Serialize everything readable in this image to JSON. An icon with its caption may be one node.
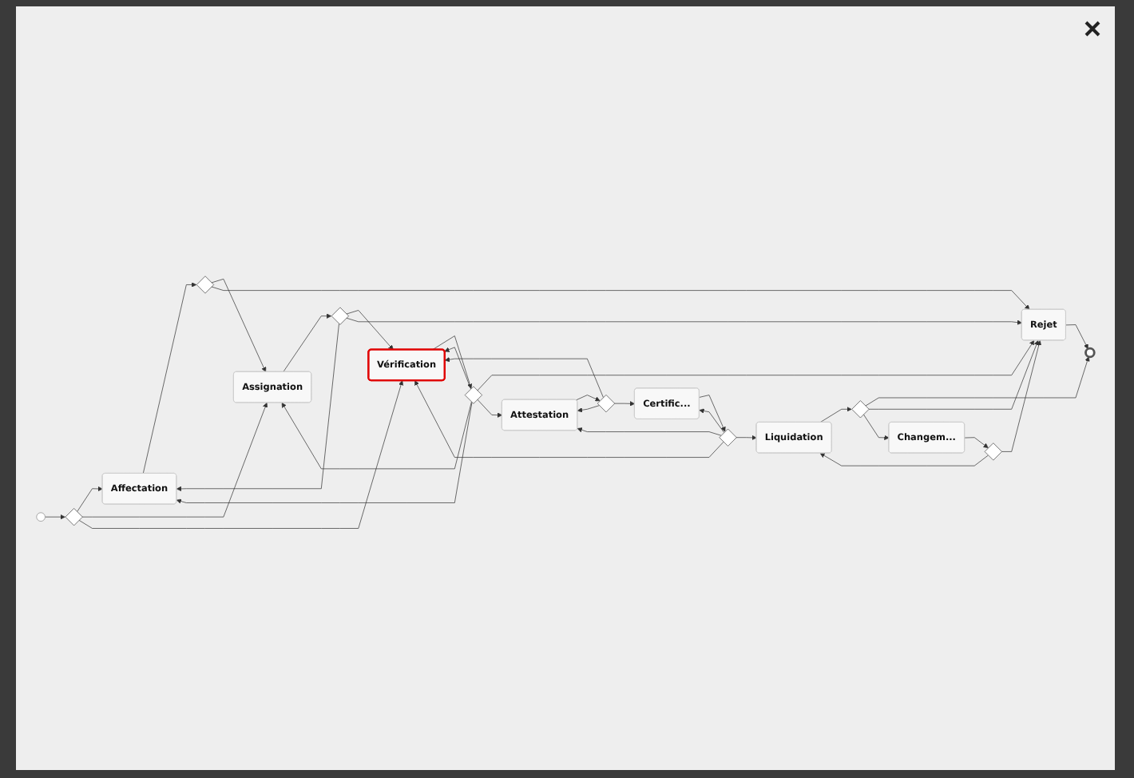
{
  "diagram": {
    "nodes": [
      {
        "text": [],
        "shape": "circle"
      },
      {
        "text": [],
        "shape": "diamond"
      },
      {
        "text": [
          "Affectation"
        ]
      },
      {
        "text": [],
        "shape": "diamond"
      },
      {
        "text": [],
        "shape": "diamond"
      },
      {
        "text": [
          "Vérification"
        ]
      },
      {
        "text": [
          "Assignation"
        ]
      },
      {
        "text": [
          "Rejet"
        ]
      },
      {
        "text": [],
        "shape": "diamond"
      },
      {
        "text": [
          "Attestation"
        ]
      },
      {
        "text": [],
        "shape": "diamond"
      },
      {
        "text": [],
        "shape": "circle"
      },
      {
        "text": [],
        "shape": "diamond"
      },
      {
        "text": [
          "Liquidation"
        ]
      },
      {
        "text": [],
        "shape": "diamond"
      },
      {
        "text": [
          "Certific..."
        ]
      },
      {
        "text": [],
        "shape": "diamond"
      },
      {
        "text": [
          "Changem..."
        ]
      }
    ],
    "edges": [
      {
        "from": 0,
        "to": 1,
        "arrow": "to"
      },
      {
        "from": 1,
        "to": 2,
        "arrow": "to"
      },
      {
        "from": 1,
        "to": 6,
        "arrow": "to"
      },
      {
        "from": 1,
        "to": 5,
        "arrow": "to"
      },
      {
        "from": 2,
        "to": 3,
        "arrow": "to"
      },
      {
        "from": 3,
        "to": 6,
        "arrow": "to"
      },
      {
        "from": 3,
        "to": 7,
        "arrow": "to"
      },
      {
        "from": 6,
        "to": 4,
        "arrow": "to"
      },
      {
        "from": 4,
        "to": 2,
        "arrow": "to"
      },
      {
        "from": 4,
        "to": 5,
        "arrow": "to"
      },
      {
        "from": 4,
        "to": 7,
        "arrow": "to"
      },
      {
        "from": 8,
        "to": 2,
        "arrow": "to"
      },
      {
        "from": 5,
        "to": 8,
        "arrow": "to"
      },
      {
        "from": 8,
        "to": 5,
        "arrow": "to"
      },
      {
        "from": 8,
        "to": 7,
        "arrow": "to"
      },
      {
        "from": 8,
        "to": 9,
        "arrow": "to"
      },
      {
        "from": 8,
        "to": 6,
        "arrow": "to"
      },
      {
        "from": 9,
        "to": 10,
        "arrow": "to"
      },
      {
        "from": 10,
        "to": 9,
        "arrow": "to"
      },
      {
        "from": 10,
        "to": 5,
        "arrow": "to"
      },
      {
        "from": 10,
        "to": 15,
        "arrow": "to"
      },
      {
        "from": 15,
        "to": 14,
        "arrow": "to"
      },
      {
        "from": 14,
        "to": 13,
        "arrow": "to"
      },
      {
        "from": 14,
        "to": 9,
        "arrow": "to"
      },
      {
        "from": 14,
        "to": 15,
        "arrow": "to"
      },
      {
        "from": 14,
        "to": 5,
        "arrow": "to"
      },
      {
        "from": 13,
        "to": 12,
        "arrow": "to"
      },
      {
        "from": 12,
        "to": 11,
        "arrow": "to"
      },
      {
        "from": 12,
        "to": 7,
        "arrow": "to"
      },
      {
        "from": 12,
        "to": 17,
        "arrow": "to"
      },
      {
        "from": 17,
        "to": 16,
        "arrow": "to"
      },
      {
        "from": 16,
        "to": 13,
        "arrow": "to"
      },
      {
        "from": 16,
        "to": 7,
        "arrow": "to"
      },
      {
        "from": 7,
        "to": 11,
        "arrow": "to"
      }
    ]
  }
}
